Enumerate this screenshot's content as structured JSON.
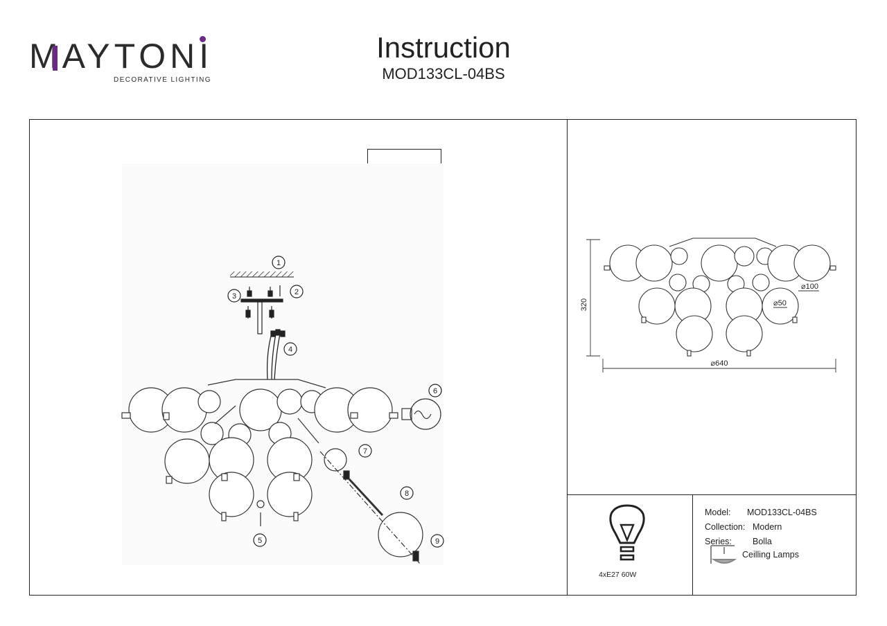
{
  "brand": {
    "name": "MAYTONI",
    "tagline": "DECORATIVE LIGHTING"
  },
  "header": {
    "title": "Instruction",
    "model": "MOD133CL-04BS"
  },
  "steps": [
    "1",
    "2",
    "3",
    "4",
    "5",
    "6",
    "7",
    "8",
    "9"
  ],
  "dimensions": {
    "height": "320",
    "width": "⌀640",
    "large_sphere": "⌀100",
    "small_sphere": "⌀50"
  },
  "lamp": {
    "label": "4xE27 60W"
  },
  "info": {
    "model_label": "Model:",
    "model_value": "MOD133CL-04BS",
    "collection_label": "Collection:",
    "collection_value": "Modern",
    "series_label": "Series:",
    "series_value": "Bolla",
    "type_value": "Ceilling Lamps"
  },
  "icons": [
    "drill-icon",
    "screwdriver-icon",
    "light-bulb-icon",
    "ceiling-lamp-icon"
  ]
}
